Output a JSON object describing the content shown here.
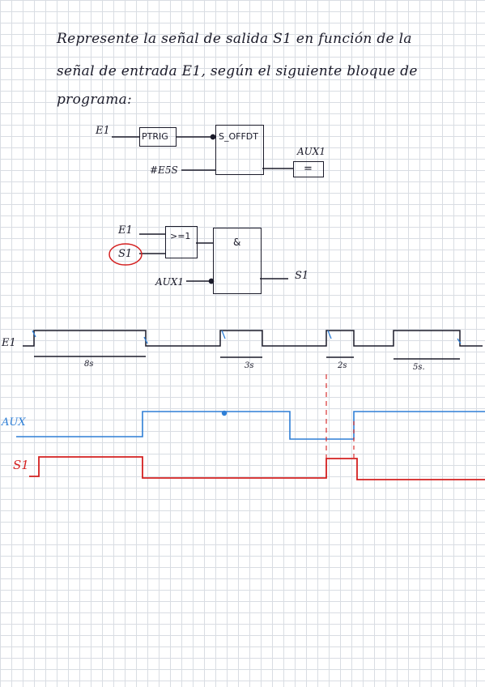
{
  "instruction": {
    "line1": "Represente la señal de salida S1 en función de la",
    "line2": "señal de entrada E1, según el siguiente bloque de",
    "line3": "programa:"
  },
  "block1": {
    "input1": "E1",
    "function1": "PTRIG",
    "timer": "S_OFFDT",
    "input2": "#E5S",
    "output_label": "AUX1",
    "output_symbol": "="
  },
  "block2": {
    "input1": "E1",
    "input2": "S1",
    "or_gate": ">=1",
    "and_gate": "&",
    "input3": "AUX1",
    "output": "S1"
  },
  "signals": {
    "e1_label": "E1",
    "aux_label": "AUX",
    "s1_label": "S1",
    "durations": [
      "8s",
      "3s",
      "2s",
      "5s."
    ]
  },
  "colors": {
    "ink": "#1b1b2a",
    "aux": "#2f7fd6",
    "s1": "#d42020",
    "circle": "#d42020"
  }
}
